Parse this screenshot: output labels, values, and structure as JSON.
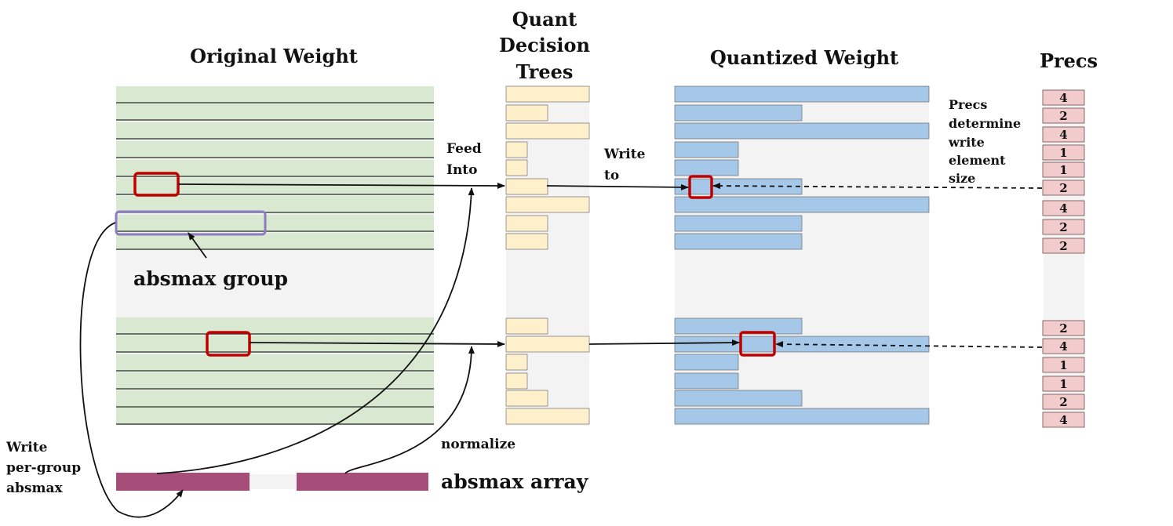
{
  "titles": {
    "original_weight": "Original Weight",
    "quant_tree_1": "Quant",
    "quant_tree_2": "Decision",
    "quant_tree_3": "Trees",
    "quantized_weight": "Quantized Weight",
    "precs": "Precs"
  },
  "labels": {
    "feed_into_1": "Feed",
    "feed_into_2": "Into",
    "write_to_1": "Write",
    "write_to_2": "to",
    "precs_note": [
      "Precs",
      "determine",
      "write",
      "element",
      "size"
    ],
    "absmax_group": "absmax group",
    "normalize": "normalize",
    "write_per_group": [
      "Write",
      "per-group",
      "absmax"
    ],
    "absmax_array": "absmax array"
  },
  "precs": {
    "top": [
      "4",
      "2",
      "4",
      "1",
      "1",
      "2",
      "4",
      "2",
      "2"
    ],
    "bottom": [
      "2",
      "4",
      "1",
      "1",
      "2",
      "4"
    ]
  },
  "colors": {
    "weight_green": "#d9e8d1",
    "tree_yellow": "#fff0cc",
    "quant_blue": "#a6c8e8",
    "prec_pink": "#f2cccc",
    "absmax_purple": "#a64d79",
    "highlight_red": "#c00000",
    "group_purple": "#8e7cc3",
    "gray_bg": "#f3f3f3"
  },
  "icons": {
    "arrow": "arrow-icon"
  }
}
